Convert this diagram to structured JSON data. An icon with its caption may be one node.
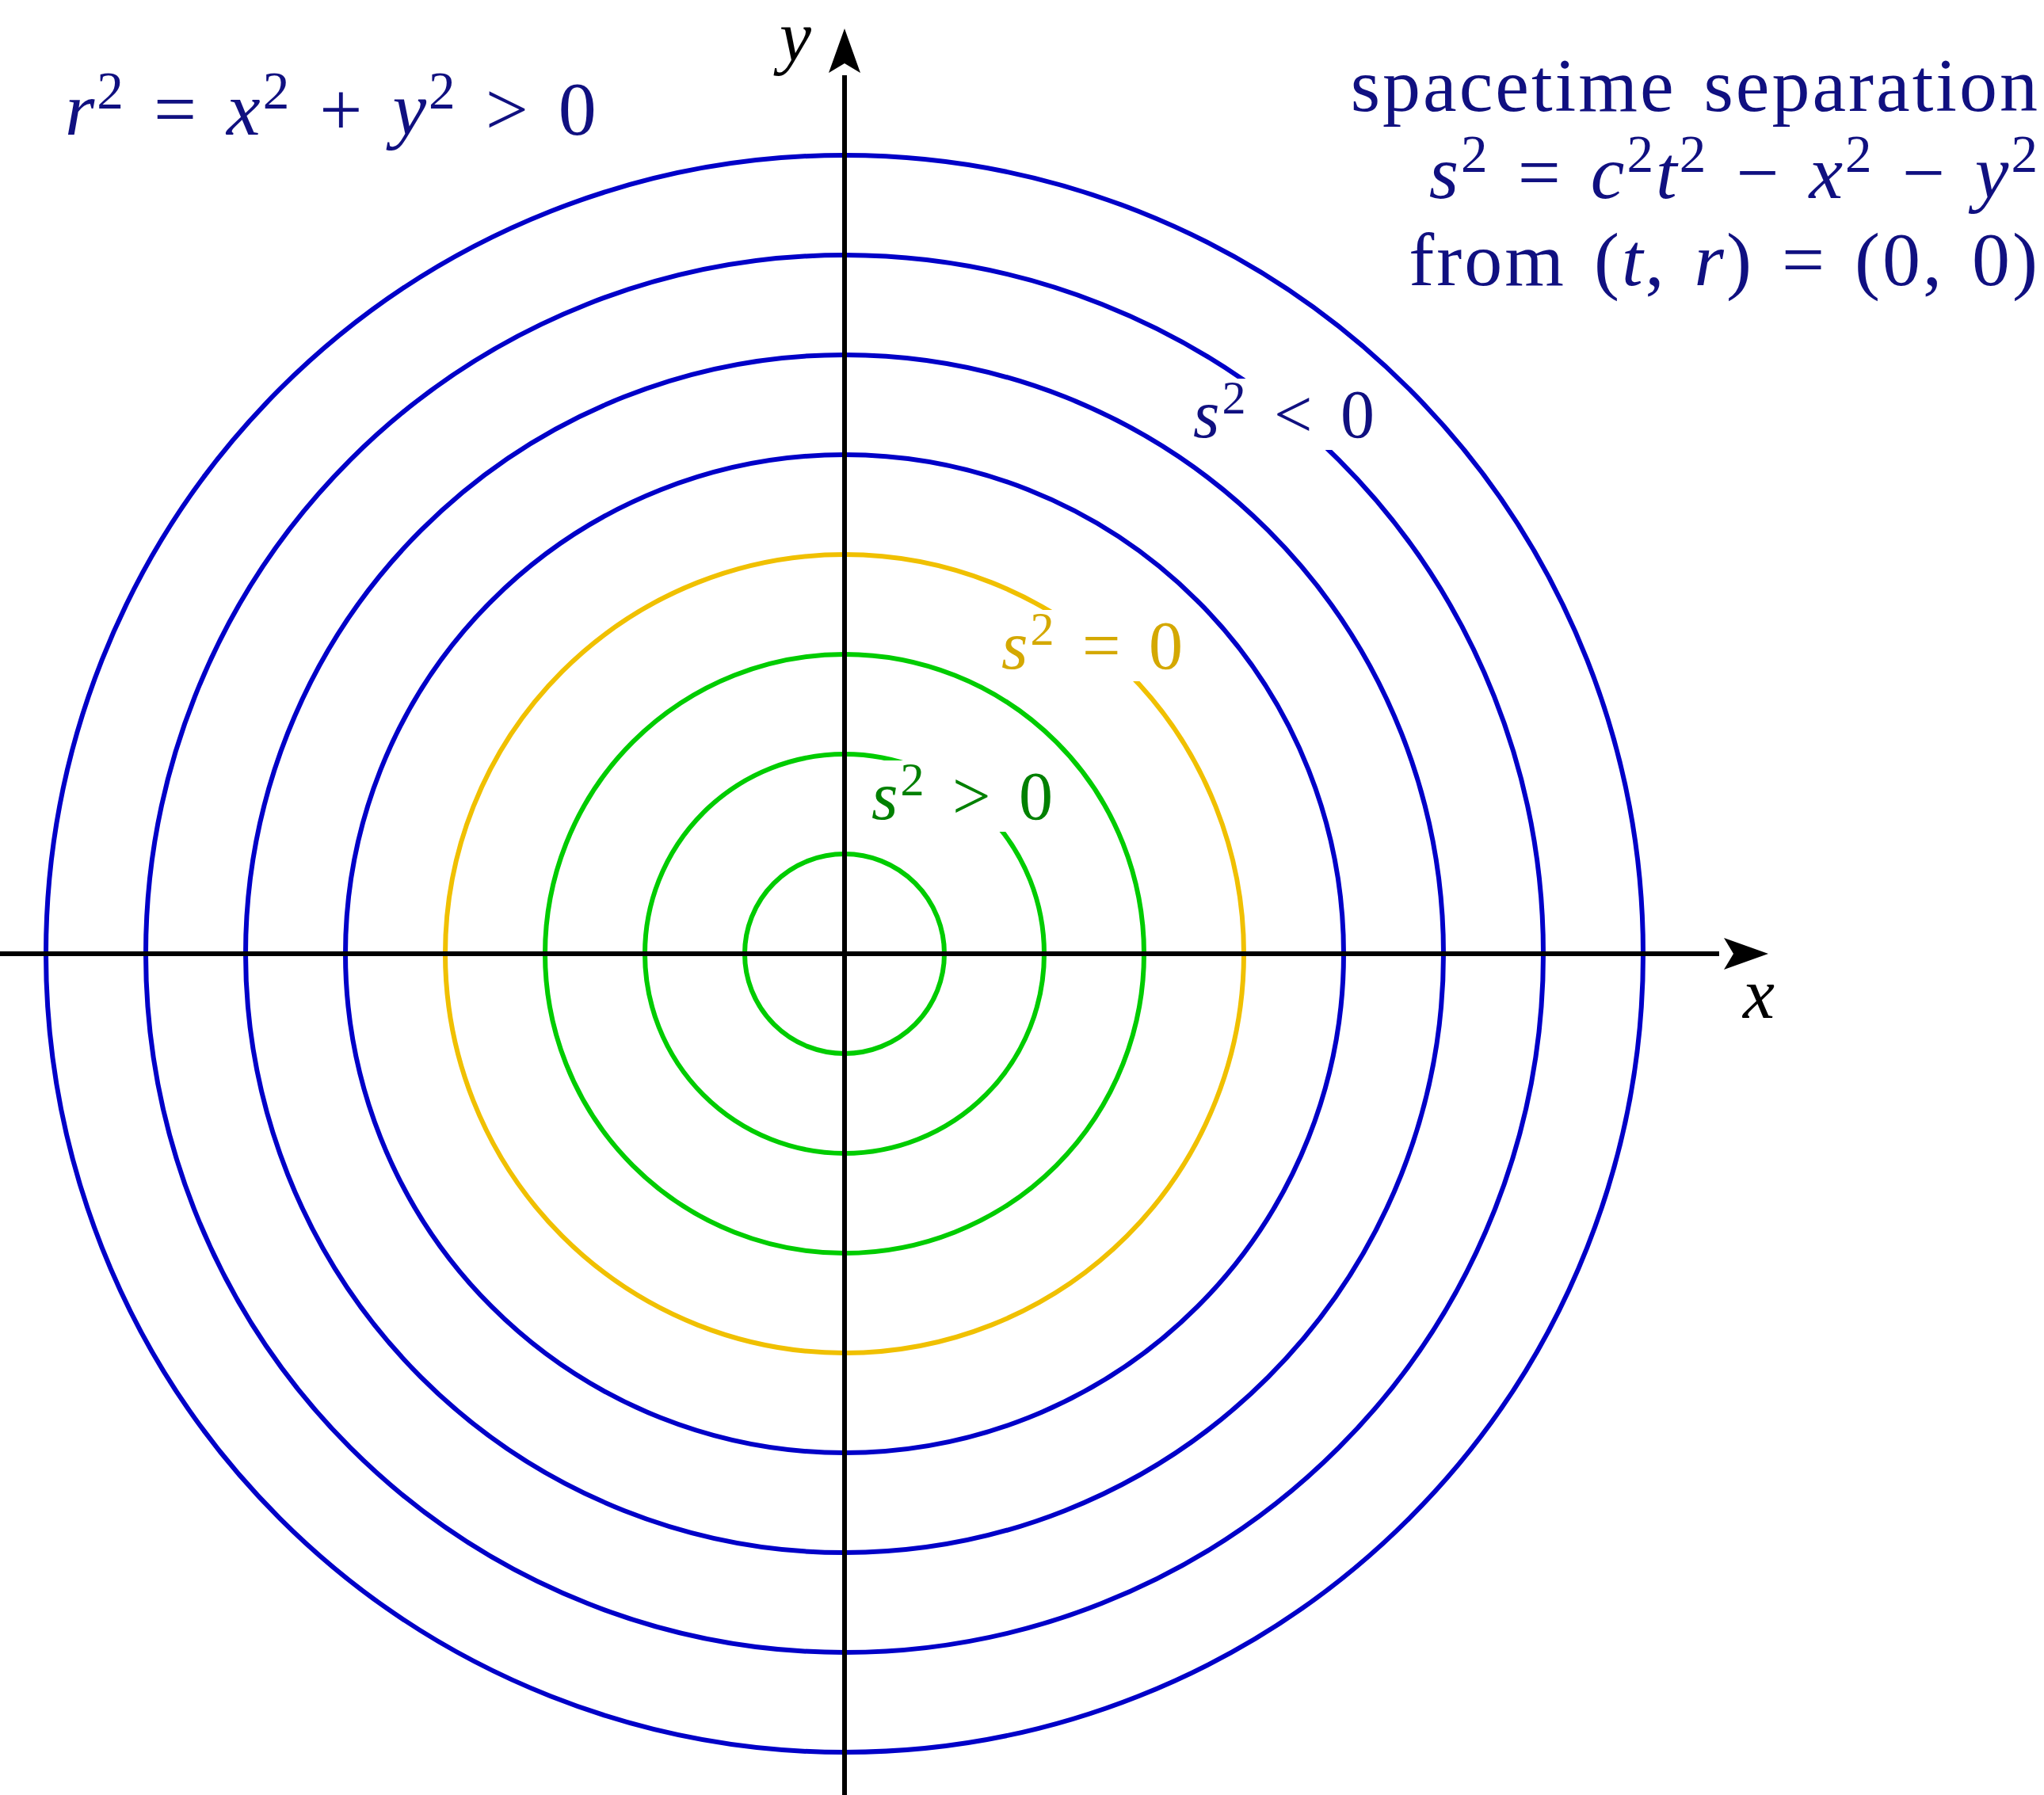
{
  "diagram": {
    "labels": [
      "*y*",
      "*r*$^{2}$ = *x*$^{2}$ + *y*$^{2}$ > 0",
      "spacetime separation",
      "*s*$^{2}$ = *c*$^{2}$*t*$^{2}$ − *x*$^{2}$ − *y*$^{2}$",
      "from (*t*, *r*) = (0, 0)",
      "*s*$^{2}$ < 0",
      "*s*$^{2}$ = 0",
      "*s*$^{2}$ > 0",
      "*x*"
    ]
  }
}
